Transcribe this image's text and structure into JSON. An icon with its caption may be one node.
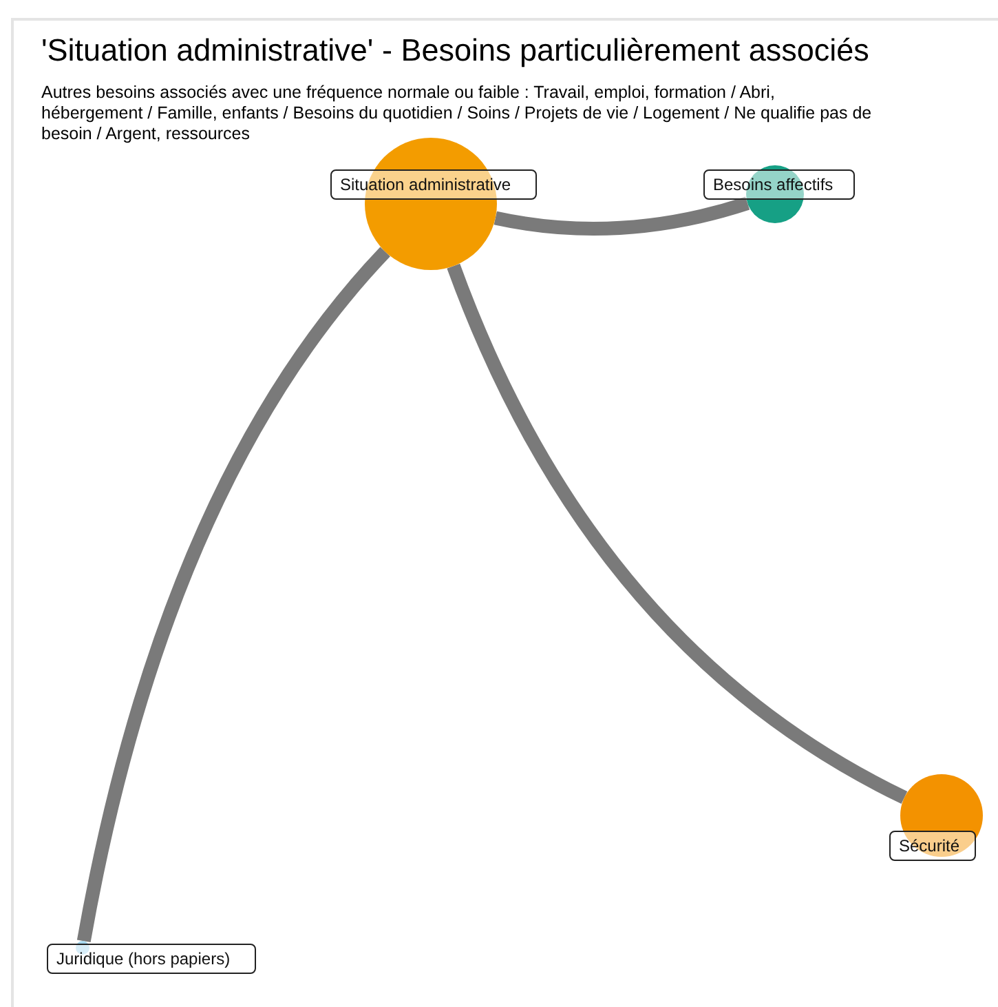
{
  "diagram": {
    "title": "'Situation administrative' - Besoins particulièrement associés",
    "nodes": [
      {
        "text": [
          "Situation administrative"
        ]
      },
      {
        "text": [
          "Besoins affectifs"
        ]
      },
      {
        "text": [
          "Sécurité"
        ]
      },
      {
        "text": [
          "Juridique (hors papiers)"
        ]
      }
    ],
    "edges": [
      {
        "from": 0,
        "to": 1,
        "arrow": "none"
      },
      {
        "from": 0,
        "to": 2,
        "arrow": "none"
      },
      {
        "from": 0,
        "to": 3,
        "arrow": "none"
      }
    ],
    "labels": [
      "Autres besoins associés avec une fréquence normale ou faible : Travail, emploi, formation / Abri, hébergement / Famille, enfants / Besoins du quotidien / Soins / Projets de vie / Logement / Ne qualifie pas de besoin / Argent, ressources"
    ]
  }
}
